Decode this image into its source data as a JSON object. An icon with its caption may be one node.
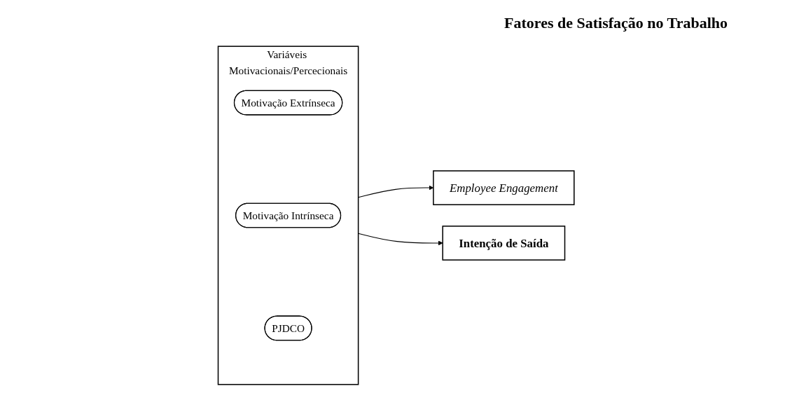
{
  "diagram": {
    "nodes": [
      {
        "text": [
          "Variáveis Motivacionais/Percecionais"
        ]
      },
      {
        "text": [
          "Motivação Extrínseca"
        ],
        "in": 0
      },
      {
        "text": [
          "Motivação Intrínseca"
        ],
        "in": 0
      },
      {
        "text": [
          "PJDCO"
        ],
        "in": 0
      },
      {
        "text": [
          "Employee Engagement"
        ]
      },
      {
        "text": [
          "Intenção de Saída"
        ]
      }
    ],
    "edges": [
      {
        "from": 0,
        "to": 4,
        "arrow": "to"
      },
      {
        "from": 0,
        "to": 5,
        "arrow": "to"
      }
    ],
    "labels": [
      "Fatores de Satisfação no Trabalho"
    ]
  }
}
